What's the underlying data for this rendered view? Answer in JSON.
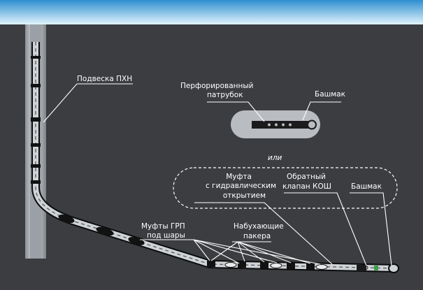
{
  "labels": {
    "hanger": "Подвеска ПХН",
    "perforated_1": "Перфорированный",
    "perforated_2": "патрубок",
    "shoe_top": "Башмак",
    "or": "или",
    "sleeve_1": "Муфта",
    "sleeve_2": "с гидравлическим",
    "sleeve_3": "открытием",
    "check_valve_1": "Обратный",
    "check_valve_2": "клапан КОШ",
    "shoe_bottom": "Башмак",
    "frac_1": "Муфты ГРП",
    "frac_2": "под шары",
    "packers_1": "Набухающие",
    "packers_2": "пакера"
  },
  "colors": {
    "sky_top": "#2e8fcf",
    "sky_bottom": "#e2f4fd",
    "ground": "#3b3d40",
    "casing": "#b8bcc0",
    "tubing": "#d9dcdf",
    "packer": "#111111",
    "label": "#ffffff"
  }
}
